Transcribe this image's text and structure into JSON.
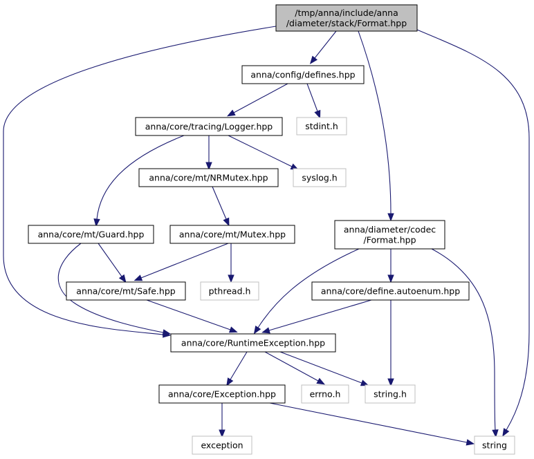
{
  "diagram": {
    "colors": {
      "edge": "#191970",
      "root_fill": "#bfbfbf",
      "node_border": "#000000",
      "external_border": "#bfbfbf",
      "node_fill": "#ffffff"
    },
    "nodes": [
      {
        "id": "format_root",
        "lines": [
          "/tmp/anna/include/anna",
          "/diameter/stack/Format.hpp"
        ],
        "kind": "root"
      },
      {
        "id": "defines",
        "lines": [
          "anna/config/defines.hpp"
        ],
        "kind": "internal"
      },
      {
        "id": "stdint",
        "lines": [
          "stdint.h"
        ],
        "kind": "external"
      },
      {
        "id": "logger",
        "lines": [
          "anna/core/tracing/Logger.hpp"
        ],
        "kind": "internal"
      },
      {
        "id": "syslog",
        "lines": [
          "syslog.h"
        ],
        "kind": "external"
      },
      {
        "id": "nrmutex",
        "lines": [
          "anna/core/mt/NRMutex.hpp"
        ],
        "kind": "internal"
      },
      {
        "id": "guard",
        "lines": [
          "anna/core/mt/Guard.hpp"
        ],
        "kind": "internal"
      },
      {
        "id": "mutex",
        "lines": [
          "anna/core/mt/Mutex.hpp"
        ],
        "kind": "internal"
      },
      {
        "id": "codec_format",
        "lines": [
          "anna/diameter/codec",
          "/Format.hpp"
        ],
        "kind": "internal"
      },
      {
        "id": "safe",
        "lines": [
          "anna/core/mt/Safe.hpp"
        ],
        "kind": "internal"
      },
      {
        "id": "pthread",
        "lines": [
          "pthread.h"
        ],
        "kind": "external"
      },
      {
        "id": "autoenum",
        "lines": [
          "anna/core/define.autoenum.hpp"
        ],
        "kind": "internal"
      },
      {
        "id": "runtime_exc",
        "lines": [
          "anna/core/RuntimeException.hpp"
        ],
        "kind": "internal"
      },
      {
        "id": "exception_hpp",
        "lines": [
          "anna/core/Exception.hpp"
        ],
        "kind": "internal"
      },
      {
        "id": "errno",
        "lines": [
          "errno.h"
        ],
        "kind": "external"
      },
      {
        "id": "string_h",
        "lines": [
          "string.h"
        ],
        "kind": "external"
      },
      {
        "id": "exception",
        "lines": [
          "exception"
        ],
        "kind": "external"
      },
      {
        "id": "string",
        "lines": [
          "string"
        ],
        "kind": "external"
      }
    ],
    "edges": [
      {
        "from": "format_root",
        "to": "defines"
      },
      {
        "from": "format_root",
        "to": "codec_format"
      },
      {
        "from": "format_root",
        "to": "string"
      },
      {
        "from": "format_root",
        "to": "runtime_exc"
      },
      {
        "from": "defines",
        "to": "logger"
      },
      {
        "from": "defines",
        "to": "stdint"
      },
      {
        "from": "logger",
        "to": "nrmutex"
      },
      {
        "from": "logger",
        "to": "syslog"
      },
      {
        "from": "logger",
        "to": "guard"
      },
      {
        "from": "nrmutex",
        "to": "mutex"
      },
      {
        "from": "guard",
        "to": "safe"
      },
      {
        "from": "guard",
        "to": "runtime_exc"
      },
      {
        "from": "mutex",
        "to": "safe"
      },
      {
        "from": "mutex",
        "to": "pthread"
      },
      {
        "from": "safe",
        "to": "runtime_exc"
      },
      {
        "from": "codec_format",
        "to": "autoenum"
      },
      {
        "from": "codec_format",
        "to": "runtime_exc"
      },
      {
        "from": "codec_format",
        "to": "string"
      },
      {
        "from": "autoenum",
        "to": "runtime_exc"
      },
      {
        "from": "autoenum",
        "to": "string_h"
      },
      {
        "from": "runtime_exc",
        "to": "exception_hpp"
      },
      {
        "from": "runtime_exc",
        "to": "errno"
      },
      {
        "from": "runtime_exc",
        "to": "string_h"
      },
      {
        "from": "exception_hpp",
        "to": "exception"
      },
      {
        "from": "exception_hpp",
        "to": "string"
      }
    ]
  }
}
